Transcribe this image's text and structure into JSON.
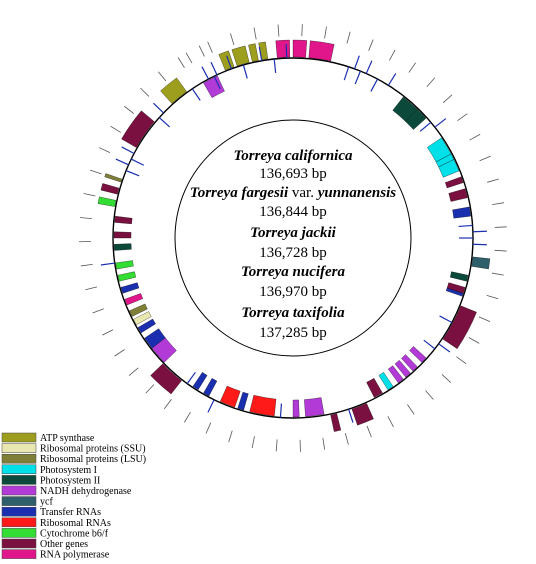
{
  "genomes": [
    {
      "name": "Torreya californica",
      "variety": "",
      "variety_suffix": "",
      "size": "136,693 bp"
    },
    {
      "name": "Torreya fargesii",
      "variety": " var. ",
      "variety_suffix": "yunnanensis",
      "size": "136,844 bp"
    },
    {
      "name": "Torreya jackii",
      "variety": "",
      "variety_suffix": "",
      "size": "136,728 bp"
    },
    {
      "name": "Torreya nucifera",
      "variety": "",
      "variety_suffix": "",
      "size": "136,970 bp"
    },
    {
      "name": "Torreya taxifolia",
      "variety": "",
      "variety_suffix": "",
      "size": "137,285 bp"
    }
  ],
  "legend": [
    {
      "label": "ATP synthase",
      "color": "#9e9e1e"
    },
    {
      "label": "Ribosomal proteins (SSU)",
      "color": "#e9e7b0"
    },
    {
      "label": "Ribosomal proteins (LSU)",
      "color": "#7f7f38"
    },
    {
      "label": "Photosystem I",
      "color": "#00e0e8"
    },
    {
      "label": "Photosystem II",
      "color": "#0b4a3a"
    },
    {
      "label": "NADH dehydrogenase",
      "color": "#b23bd8"
    },
    {
      "label": "ycf",
      "color": "#2f5f6a"
    },
    {
      "label": "Transfer RNAs",
      "color": "#1a2fb0"
    },
    {
      "label": "Ribosomal RNAs",
      "color": "#ff1a1a"
    },
    {
      "label": "Cytochrome b6/f",
      "color": "#33dd33"
    },
    {
      "label": "Other genes",
      "color": "#7a1040"
    },
    {
      "label": "RNA polymerase",
      "color": "#e0168a"
    }
  ]
}
